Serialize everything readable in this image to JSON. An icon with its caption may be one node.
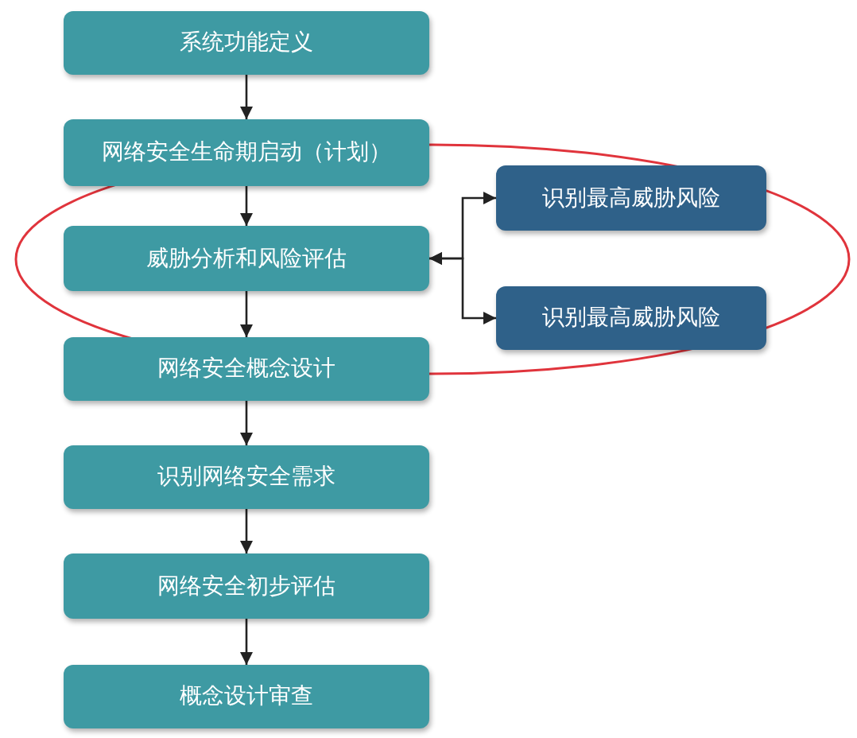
{
  "diagram": {
    "nodes": [
      {
        "text": [
          "系统功能定义"
        ]
      },
      {
        "text": [
          "网络安全生命期启动（计划）"
        ]
      },
      {
        "text": [
          "威胁分析和风险评估"
        ]
      },
      {
        "text": [
          "网络安全概念设计"
        ]
      },
      {
        "text": [
          "识别网络安全需求"
        ]
      },
      {
        "text": [
          "网络安全初步评估"
        ]
      },
      {
        "text": [
          "概念设计审查"
        ]
      },
      {
        "text": [
          "识别最高威胁风险"
        ]
      },
      {
        "text": [
          "识别最高威胁风险"
        ]
      }
    ],
    "edges": [
      {
        "from": 0,
        "to": 1,
        "arrow": "to"
      },
      {
        "from": 1,
        "to": 2,
        "arrow": "to"
      },
      {
        "from": 2,
        "to": 3,
        "arrow": "to"
      },
      {
        "from": 3,
        "to": 4,
        "arrow": "to"
      },
      {
        "from": 4,
        "to": 5,
        "arrow": "to"
      },
      {
        "from": 5,
        "to": 6,
        "arrow": "to"
      },
      {
        "from": 2,
        "to": 7,
        "arrow": "both"
      },
      {
        "from": 2,
        "to": 8,
        "arrow": "both"
      }
    ]
  }
}
